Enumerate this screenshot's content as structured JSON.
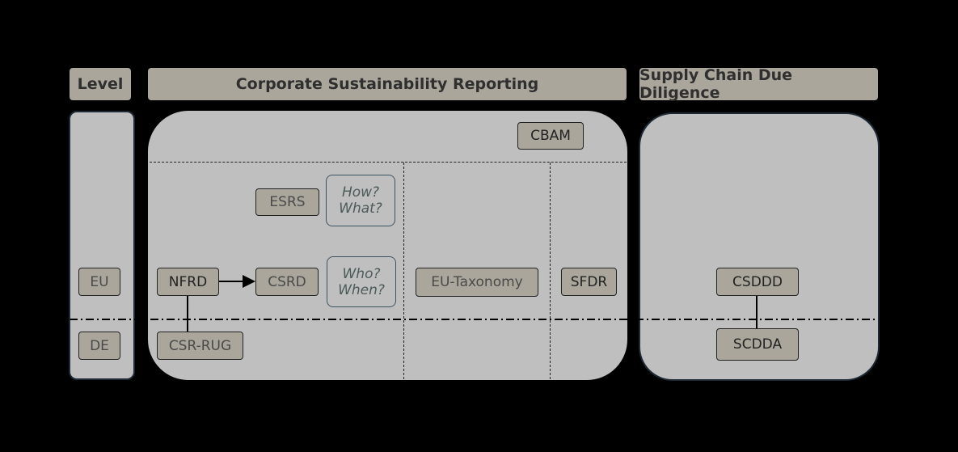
{
  "headers": {
    "level": "Level",
    "csr": "Corporate Sustainability Reporting",
    "scdd": "Supply Chain Due Diligence"
  },
  "levels": {
    "eu": "EU",
    "de": "DE"
  },
  "nodes": {
    "cbam": "CBAM",
    "esrs": "ESRS",
    "nfrd": "NFRD",
    "csrd": "CSRD",
    "csr_rug": "CSR-RUG",
    "eu_taxonomy": "EU-Taxonomy",
    "sfdr": "SFDR",
    "csddd": "CSDDD",
    "scdda": "SCDDA"
  },
  "questions": {
    "how": "How?",
    "what": "What?",
    "who": "Who?",
    "when": "When?"
  }
}
